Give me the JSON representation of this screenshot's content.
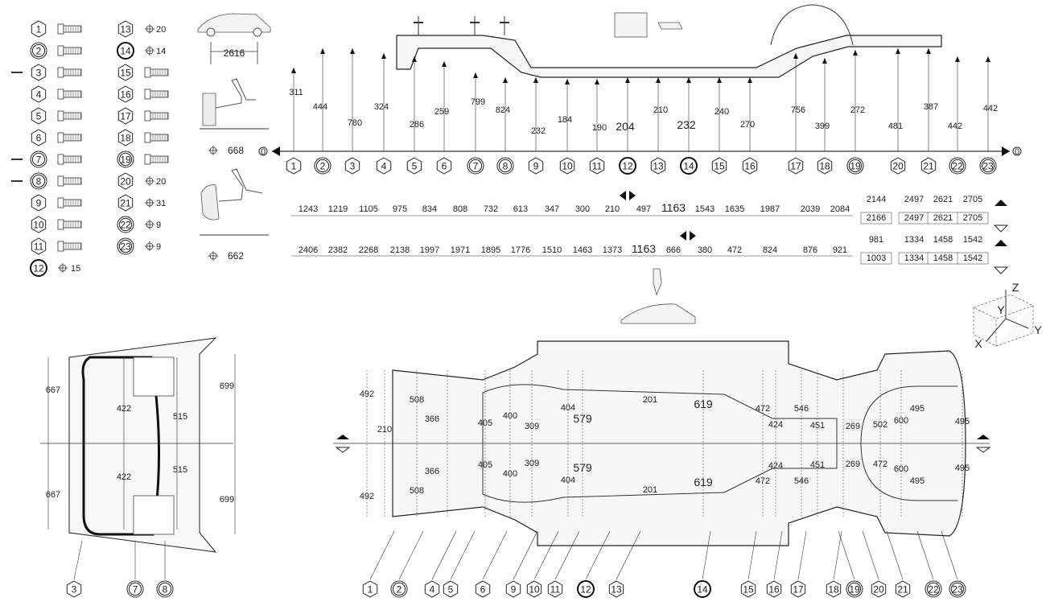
{
  "legend": {
    "rows": [
      {
        "left": "1",
        "right": "13",
        "dia": "20"
      },
      {
        "left": "2",
        "right": "14",
        "dia": "14"
      },
      {
        "left": "3",
        "right": "15"
      },
      {
        "left": "4",
        "right": "16"
      },
      {
        "left": "5",
        "right": "17"
      },
      {
        "left": "6",
        "right": "18"
      },
      {
        "left": "7",
        "right": "19"
      },
      {
        "left": "8",
        "right": "20",
        "dia": "20"
      },
      {
        "left": "9",
        "right": "21",
        "dia": "31"
      },
      {
        "left": "10",
        "right": "22",
        "dia": "9"
      },
      {
        "left": "11",
        "right": "23",
        "dia": "9"
      },
      {
        "left": "12",
        "dia": "15"
      }
    ]
  },
  "reference_dims": {
    "wheelbase": "2616",
    "front_height": "668",
    "rear_height": "662"
  },
  "side_view": {
    "zero_left": "0",
    "zero_right": "0",
    "heights": [
      "311",
      "444",
      "780",
      "324",
      "286",
      "259",
      "799",
      "824",
      "232",
      "184",
      "190",
      "204",
      "210",
      "232",
      "240",
      "270",
      "756",
      "399",
      "272",
      "481",
      "387",
      "442",
      "442"
    ],
    "points": [
      "1",
      "2",
      "3",
      "4",
      "5",
      "6",
      "7",
      "8",
      "9",
      "10",
      "11",
      "12",
      "13",
      "14",
      "15",
      "16",
      "17",
      "18",
      "19",
      "20",
      "21",
      "22",
      "23"
    ],
    "row1": [
      "1243",
      "1219",
      "1105",
      "975",
      "834",
      "808",
      "732",
      "613",
      "347",
      "300",
      "210",
      "497",
      "1163",
      "1543",
      "1635",
      "1987",
      "2039",
      "2084"
    ],
    "row1_right_a": [
      "2144",
      "2497",
      "2621",
      "2705"
    ],
    "row1_right_b": [
      "2166",
      "2497",
      "2621",
      "2705"
    ],
    "row2": [
      "2406",
      "2382",
      "2268",
      "2138",
      "1997",
      "1971",
      "1895",
      "1776",
      "1510",
      "1463",
      "1373",
      "1163",
      "666",
      "380",
      "472",
      "824",
      "876",
      "921"
    ],
    "row2_right_a": [
      "981",
      "1334",
      "1458",
      "1542"
    ],
    "row2_right_b": [
      "1003",
      "1334",
      "1458",
      "1542"
    ]
  },
  "axes": {
    "z": "Z",
    "y": "Y",
    "x": "X",
    "y2": "Y"
  },
  "front_view": {
    "dims": [
      "667",
      "667",
      "422",
      "422",
      "515",
      "515",
      "699",
      "699"
    ],
    "callouts": [
      "3",
      "7",
      "8"
    ]
  },
  "plan_view": {
    "dims": [
      "492",
      "492",
      "210",
      "508",
      "508",
      "366",
      "366",
      "405",
      "405",
      "400",
      "400",
      "309",
      "309",
      "404",
      "404",
      "579",
      "579",
      "201",
      "201",
      "619",
      "619",
      "472",
      "472",
      "424",
      "424",
      "546",
      "546",
      "451",
      "451",
      "269",
      "269",
      "502",
      "472",
      "600",
      "600",
      "495",
      "495",
      "495",
      "495"
    ],
    "callouts": [
      "1",
      "2",
      "4",
      "5",
      "6",
      "9",
      "10",
      "11",
      "12",
      "13",
      "14",
      "15",
      "16",
      "17",
      "18",
      "19",
      "20",
      "21",
      "22",
      "23"
    ]
  }
}
